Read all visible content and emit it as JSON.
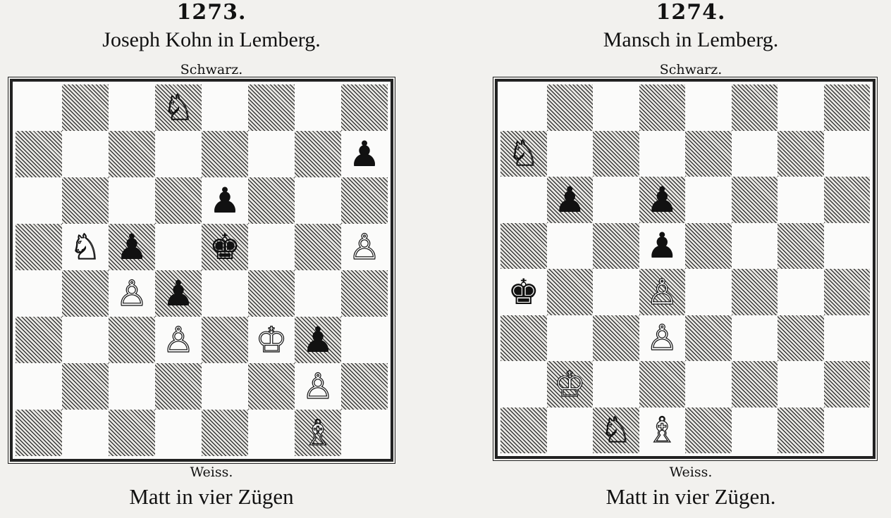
{
  "problems": [
    {
      "number": "1273.",
      "author": "Joseph Kohn in Lemberg.",
      "top_label": "Schwarz.",
      "bottom_label": "Weiss.",
      "task": "Matt in vier Zügen",
      "pieces": [
        {
          "file": 4,
          "rank": 8,
          "type": "knight",
          "color": "white",
          "glyph": "♘"
        },
        {
          "file": 8,
          "rank": 7,
          "type": "pawn",
          "color": "black",
          "glyph": "♟"
        },
        {
          "file": 5,
          "rank": 6,
          "type": "pawn",
          "color": "black",
          "glyph": "♟"
        },
        {
          "file": 2,
          "rank": 5,
          "type": "knight",
          "color": "white",
          "glyph": "♘"
        },
        {
          "file": 3,
          "rank": 5,
          "type": "pawn",
          "color": "black",
          "glyph": "♟"
        },
        {
          "file": 5,
          "rank": 5,
          "type": "king",
          "color": "black",
          "glyph": "♚"
        },
        {
          "file": 8,
          "rank": 5,
          "type": "pawn",
          "color": "white",
          "glyph": "♙"
        },
        {
          "file": 3,
          "rank": 4,
          "type": "pawn",
          "color": "white",
          "glyph": "♙"
        },
        {
          "file": 4,
          "rank": 4,
          "type": "pawn",
          "color": "black",
          "glyph": "♟"
        },
        {
          "file": 4,
          "rank": 3,
          "type": "pawn",
          "color": "white",
          "glyph": "♙"
        },
        {
          "file": 6,
          "rank": 3,
          "type": "king",
          "color": "white",
          "glyph": "♔"
        },
        {
          "file": 7,
          "rank": 3,
          "type": "pawn",
          "color": "black",
          "glyph": "♟"
        },
        {
          "file": 7,
          "rank": 2,
          "type": "pawn",
          "color": "white",
          "glyph": "♙"
        },
        {
          "file": 7,
          "rank": 1,
          "type": "bishop",
          "color": "white",
          "glyph": "♗"
        }
      ]
    },
    {
      "number": "1274.",
      "author": "Mansch in Lemberg.",
      "top_label": "Schwarz.",
      "bottom_label": "Weiss.",
      "task": "Matt in vier Zügen.",
      "pieces": [
        {
          "file": 1,
          "rank": 7,
          "type": "knight",
          "color": "white",
          "glyph": "♘"
        },
        {
          "file": 2,
          "rank": 6,
          "type": "pawn",
          "color": "black",
          "glyph": "♟"
        },
        {
          "file": 4,
          "rank": 6,
          "type": "pawn",
          "color": "black",
          "glyph": "♟"
        },
        {
          "file": 4,
          "rank": 5,
          "type": "pawn",
          "color": "black",
          "glyph": "♟"
        },
        {
          "file": 1,
          "rank": 4,
          "type": "king",
          "color": "black",
          "glyph": "♚"
        },
        {
          "file": 4,
          "rank": 4,
          "type": "pawn",
          "color": "white",
          "glyph": "♙"
        },
        {
          "file": 4,
          "rank": 3,
          "type": "pawn",
          "color": "white",
          "glyph": "♙"
        },
        {
          "file": 2,
          "rank": 2,
          "type": "king",
          "color": "white",
          "glyph": "♔"
        },
        {
          "file": 3,
          "rank": 1,
          "type": "knight",
          "color": "white",
          "glyph": "♘"
        },
        {
          "file": 4,
          "rank": 1,
          "type": "bishop",
          "color": "white",
          "glyph": "♗"
        }
      ]
    }
  ]
}
